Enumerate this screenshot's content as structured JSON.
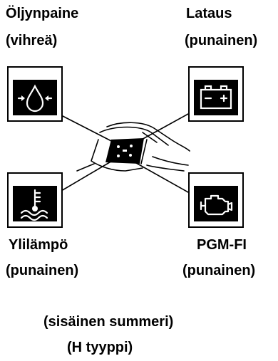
{
  "labels": {
    "oil_title": "Öljynpaine",
    "oil_color": "(vihreä)",
    "charge_title": "Lataus",
    "charge_color": "(punainen)",
    "temp_title": "Ylilämpö",
    "temp_color": "(punainen)",
    "pgm_title": "PGM-FI",
    "pgm_color": "(punainen)",
    "buzzer": "(sisäinen summeri)",
    "type": "(H tyyppi)"
  },
  "icons": {
    "oil": "oil-pressure-icon",
    "battery": "battery-icon",
    "coolant": "coolant-temperature-icon",
    "engine": "engine-check-icon"
  },
  "colors": {
    "ink": "#000000",
    "background": "#ffffff"
  }
}
